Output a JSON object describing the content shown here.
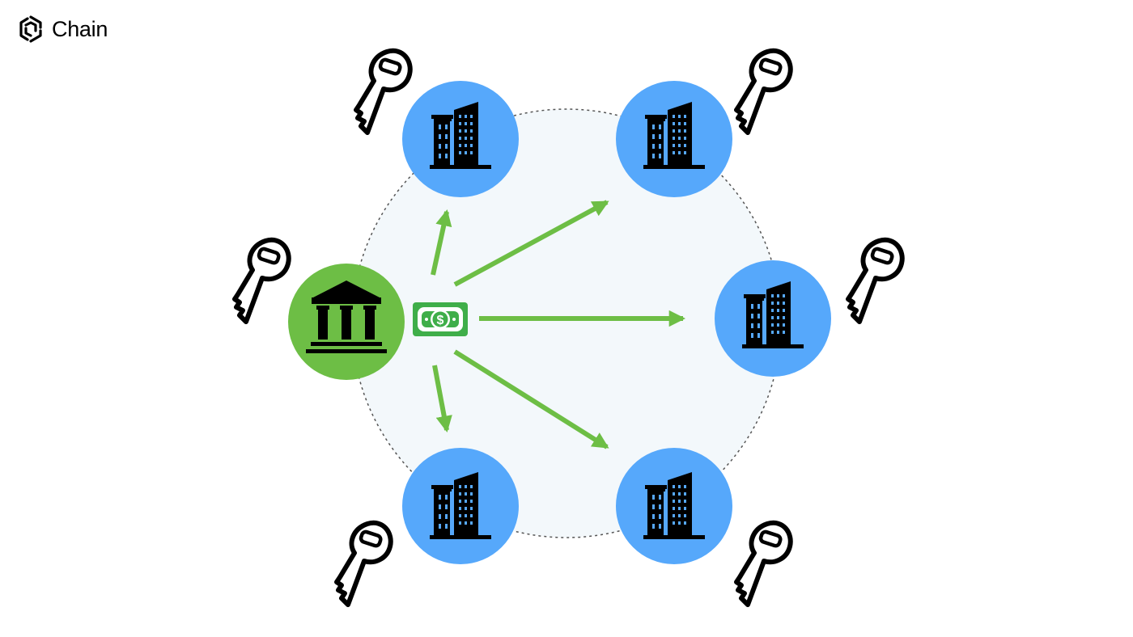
{
  "brand": {
    "name": "Chain",
    "icon": "chain-hexagon-logo-icon"
  },
  "colors": {
    "network_fill": "#f3f8fb",
    "network_border": "#555555",
    "bank_node": "#6dbe45",
    "participant_node": "#56a8fb",
    "arrow": "#6dbe45",
    "money": "#3fae49",
    "key_outline": "#000000",
    "key_fill": "#ffffff",
    "building_icon": "#000000"
  },
  "nodes": [
    {
      "id": "bank",
      "role": "issuer",
      "icon": "bank-icon"
    },
    {
      "id": "participant-top-left",
      "role": "participant",
      "icon": "building-icon"
    },
    {
      "id": "participant-top-right",
      "role": "participant",
      "icon": "building-icon"
    },
    {
      "id": "participant-right",
      "role": "participant",
      "icon": "building-icon"
    },
    {
      "id": "participant-bottom-right",
      "role": "participant",
      "icon": "building-icon"
    },
    {
      "id": "participant-bottom-left",
      "role": "participant",
      "icon": "building-icon"
    }
  ],
  "center": {
    "icon": "dollar-bill-icon"
  },
  "arrows_from_center_to": [
    "participant-top-left",
    "participant-top-right",
    "participant-right",
    "participant-bottom-right",
    "participant-bottom-left"
  ],
  "keys": {
    "count": 6,
    "icon": "key-icon"
  }
}
